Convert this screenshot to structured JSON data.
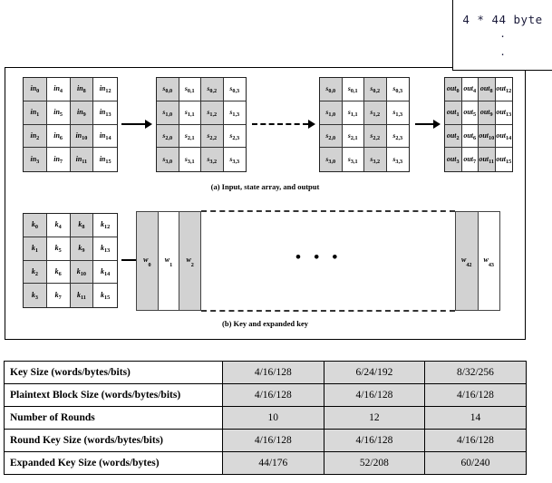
{
  "overlay": {
    "text": "4 * 44 byte",
    "dot1": "·",
    "dot2": "·"
  },
  "figure": {
    "caption_a": "(a) Input, state array, and output",
    "caption_b": "(b) Key and expanded key",
    "input_matrix": {
      "name": "input-bytes",
      "cells": [
        [
          "in",
          "0"
        ],
        [
          "in",
          "4"
        ],
        [
          "in",
          "8"
        ],
        [
          "in",
          "12"
        ],
        [
          "in",
          "1"
        ],
        [
          "in",
          "5"
        ],
        [
          "in",
          "9"
        ],
        [
          "in",
          "13"
        ],
        [
          "in",
          "2"
        ],
        [
          "in",
          "6"
        ],
        [
          "in",
          "10"
        ],
        [
          "in",
          "14"
        ],
        [
          "in",
          "3"
        ],
        [
          "in",
          "7"
        ],
        [
          "in",
          "11"
        ],
        [
          "in",
          "15"
        ]
      ]
    },
    "state_matrix": {
      "name": "state-array",
      "cells": [
        [
          "s",
          "0,0"
        ],
        [
          "s",
          "0,1"
        ],
        [
          "s",
          "0,2"
        ],
        [
          "s",
          "0,3"
        ],
        [
          "s",
          "1,0"
        ],
        [
          "s",
          "1,1"
        ],
        [
          "s",
          "1,2"
        ],
        [
          "s",
          "1,3"
        ],
        [
          "s",
          "2,0"
        ],
        [
          "s",
          "2,1"
        ],
        [
          "s",
          "2,2"
        ],
        [
          "s",
          "2,3"
        ],
        [
          "s",
          "3,0"
        ],
        [
          "s",
          "3,1"
        ],
        [
          "s",
          "3,2"
        ],
        [
          "s",
          "3,3"
        ]
      ]
    },
    "state_matrix2": {
      "name": "state-array-final",
      "cells": [
        [
          "s",
          "0,0"
        ],
        [
          "s",
          "0,1"
        ],
        [
          "s",
          "0,2"
        ],
        [
          "s",
          "0,3"
        ],
        [
          "s",
          "1,0"
        ],
        [
          "s",
          "1,1"
        ],
        [
          "s",
          "1,2"
        ],
        [
          "s",
          "1,3"
        ],
        [
          "s",
          "2,0"
        ],
        [
          "s",
          "2,1"
        ],
        [
          "s",
          "2,2"
        ],
        [
          "s",
          "2,3"
        ],
        [
          "s",
          "3,0"
        ],
        [
          "s",
          "3,1"
        ],
        [
          "s",
          "3,2"
        ],
        [
          "s",
          "3,3"
        ]
      ]
    },
    "output_matrix": {
      "name": "output-bytes",
      "cells": [
        [
          "out",
          "0"
        ],
        [
          "out",
          "4"
        ],
        [
          "out",
          "8"
        ],
        [
          "out",
          "12"
        ],
        [
          "out",
          "1"
        ],
        [
          "out",
          "5"
        ],
        [
          "out",
          "9"
        ],
        [
          "out",
          "13"
        ],
        [
          "out",
          "2"
        ],
        [
          "out",
          "6"
        ],
        [
          "out",
          "10"
        ],
        [
          "out",
          "14"
        ],
        [
          "out",
          "3"
        ],
        [
          "out",
          "7"
        ],
        [
          "out",
          "11"
        ],
        [
          "out",
          "15"
        ]
      ]
    },
    "key_matrix": {
      "name": "key-bytes",
      "cells": [
        [
          "k",
          "0"
        ],
        [
          "k",
          "4"
        ],
        [
          "k",
          "8"
        ],
        [
          "k",
          "12"
        ],
        [
          "k",
          "1"
        ],
        [
          "k",
          "5"
        ],
        [
          "k",
          "9"
        ],
        [
          "k",
          "13"
        ],
        [
          "k",
          "2"
        ],
        [
          "k",
          "6"
        ],
        [
          "k",
          "10"
        ],
        [
          "k",
          "14"
        ],
        [
          "k",
          "3"
        ],
        [
          "k",
          "7"
        ],
        [
          "k",
          "11"
        ],
        [
          "k",
          "15"
        ]
      ]
    },
    "words_left": [
      [
        "w",
        "0"
      ],
      [
        "w",
        "1"
      ],
      [
        "w",
        "2"
      ]
    ],
    "words_right": [
      [
        "w",
        "42"
      ],
      [
        "w",
        "43"
      ]
    ],
    "ellipsis": "• • •"
  },
  "spec_table": {
    "rows": [
      {
        "label": "Key Size (words/bytes/bits)",
        "values": [
          "4/16/128",
          "6/24/192",
          "8/32/256"
        ]
      },
      {
        "label": "Plaintext Block Size (words/bytes/bits)",
        "values": [
          "4/16/128",
          "4/16/128",
          "4/16/128"
        ]
      },
      {
        "label": "Number of Rounds",
        "values": [
          "10",
          "12",
          "14"
        ]
      },
      {
        "label": "Round Key Size (words/bytes/bits)",
        "values": [
          "4/16/128",
          "4/16/128",
          "4/16/128"
        ]
      },
      {
        "label": "Expanded Key Size (words/bytes)",
        "values": [
          "44/176",
          "52/208",
          "60/240"
        ]
      }
    ]
  },
  "colors": {
    "shaded_cell": "#d2d2d2",
    "table_value_bg": "#d9d9d9",
    "border": "#000000",
    "overlay_text": "#1a1a3a"
  }
}
